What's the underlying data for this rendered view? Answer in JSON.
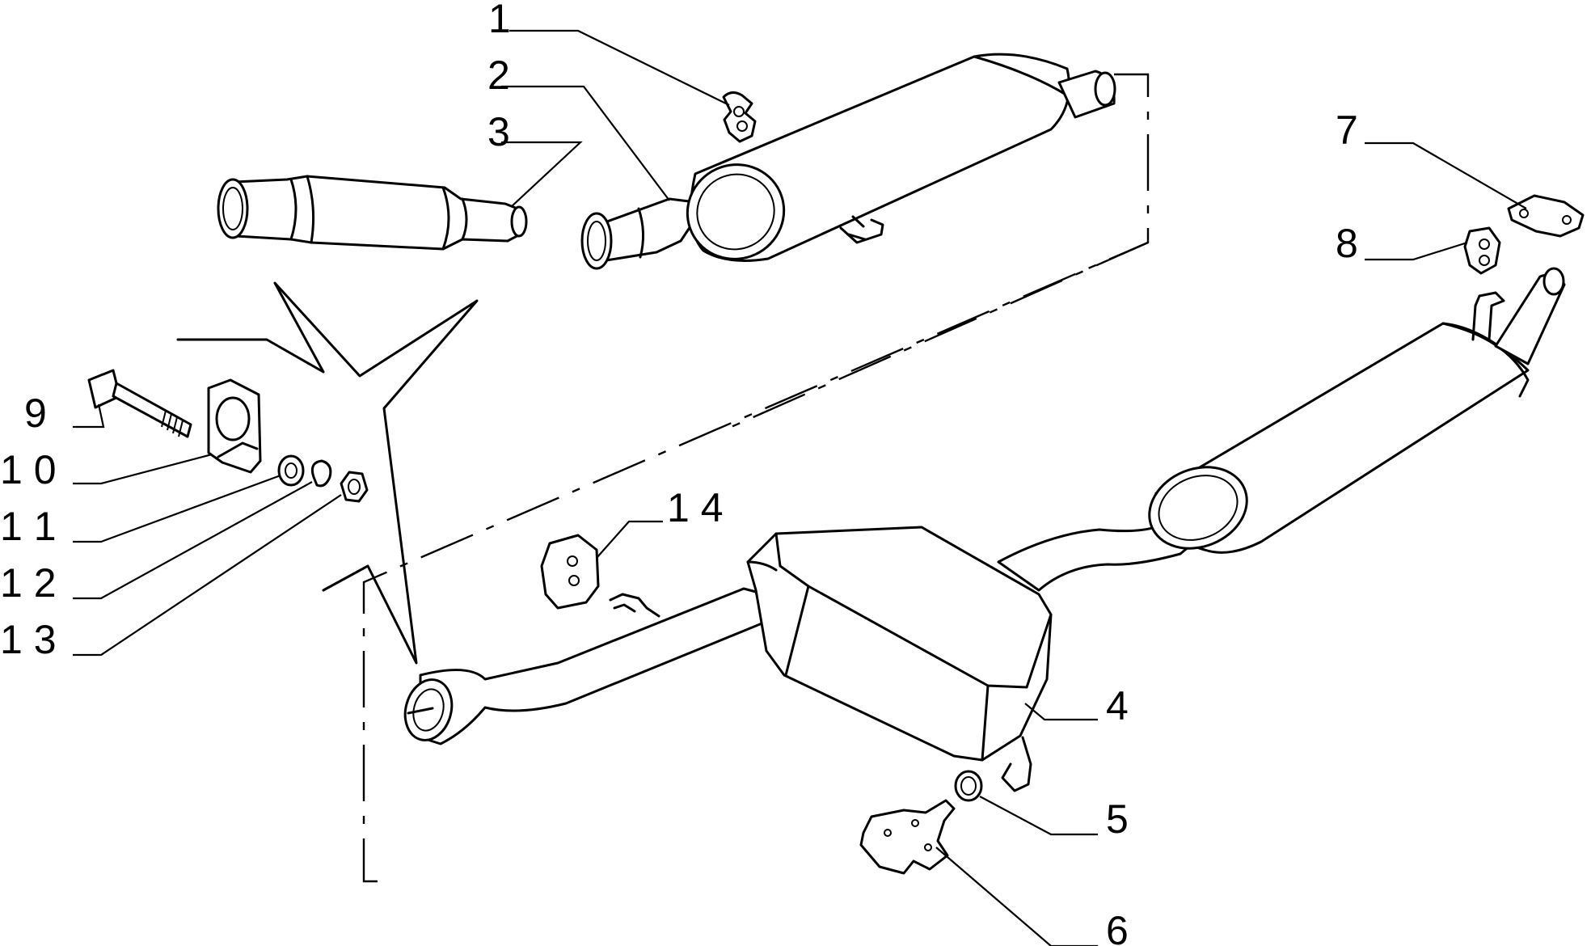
{
  "callouts": [
    {
      "id": "1",
      "text": "1"
    },
    {
      "id": "2",
      "text": "2"
    },
    {
      "id": "3",
      "text": "3"
    },
    {
      "id": "4",
      "text": "4"
    },
    {
      "id": "5",
      "text": "5"
    },
    {
      "id": "6",
      "text": "6"
    },
    {
      "id": "7",
      "text": "7"
    },
    {
      "id": "8",
      "text": "8"
    },
    {
      "id": "9",
      "text": "9"
    },
    {
      "id": "10",
      "text": "1 0"
    },
    {
      "id": "11",
      "text": "1 1"
    },
    {
      "id": "12",
      "text": "1 2"
    },
    {
      "id": "13",
      "text": "1 3"
    },
    {
      "id": "14",
      "text": "1 4"
    }
  ],
  "colors": {
    "ink": "#000000",
    "paper": "#ffffff"
  }
}
